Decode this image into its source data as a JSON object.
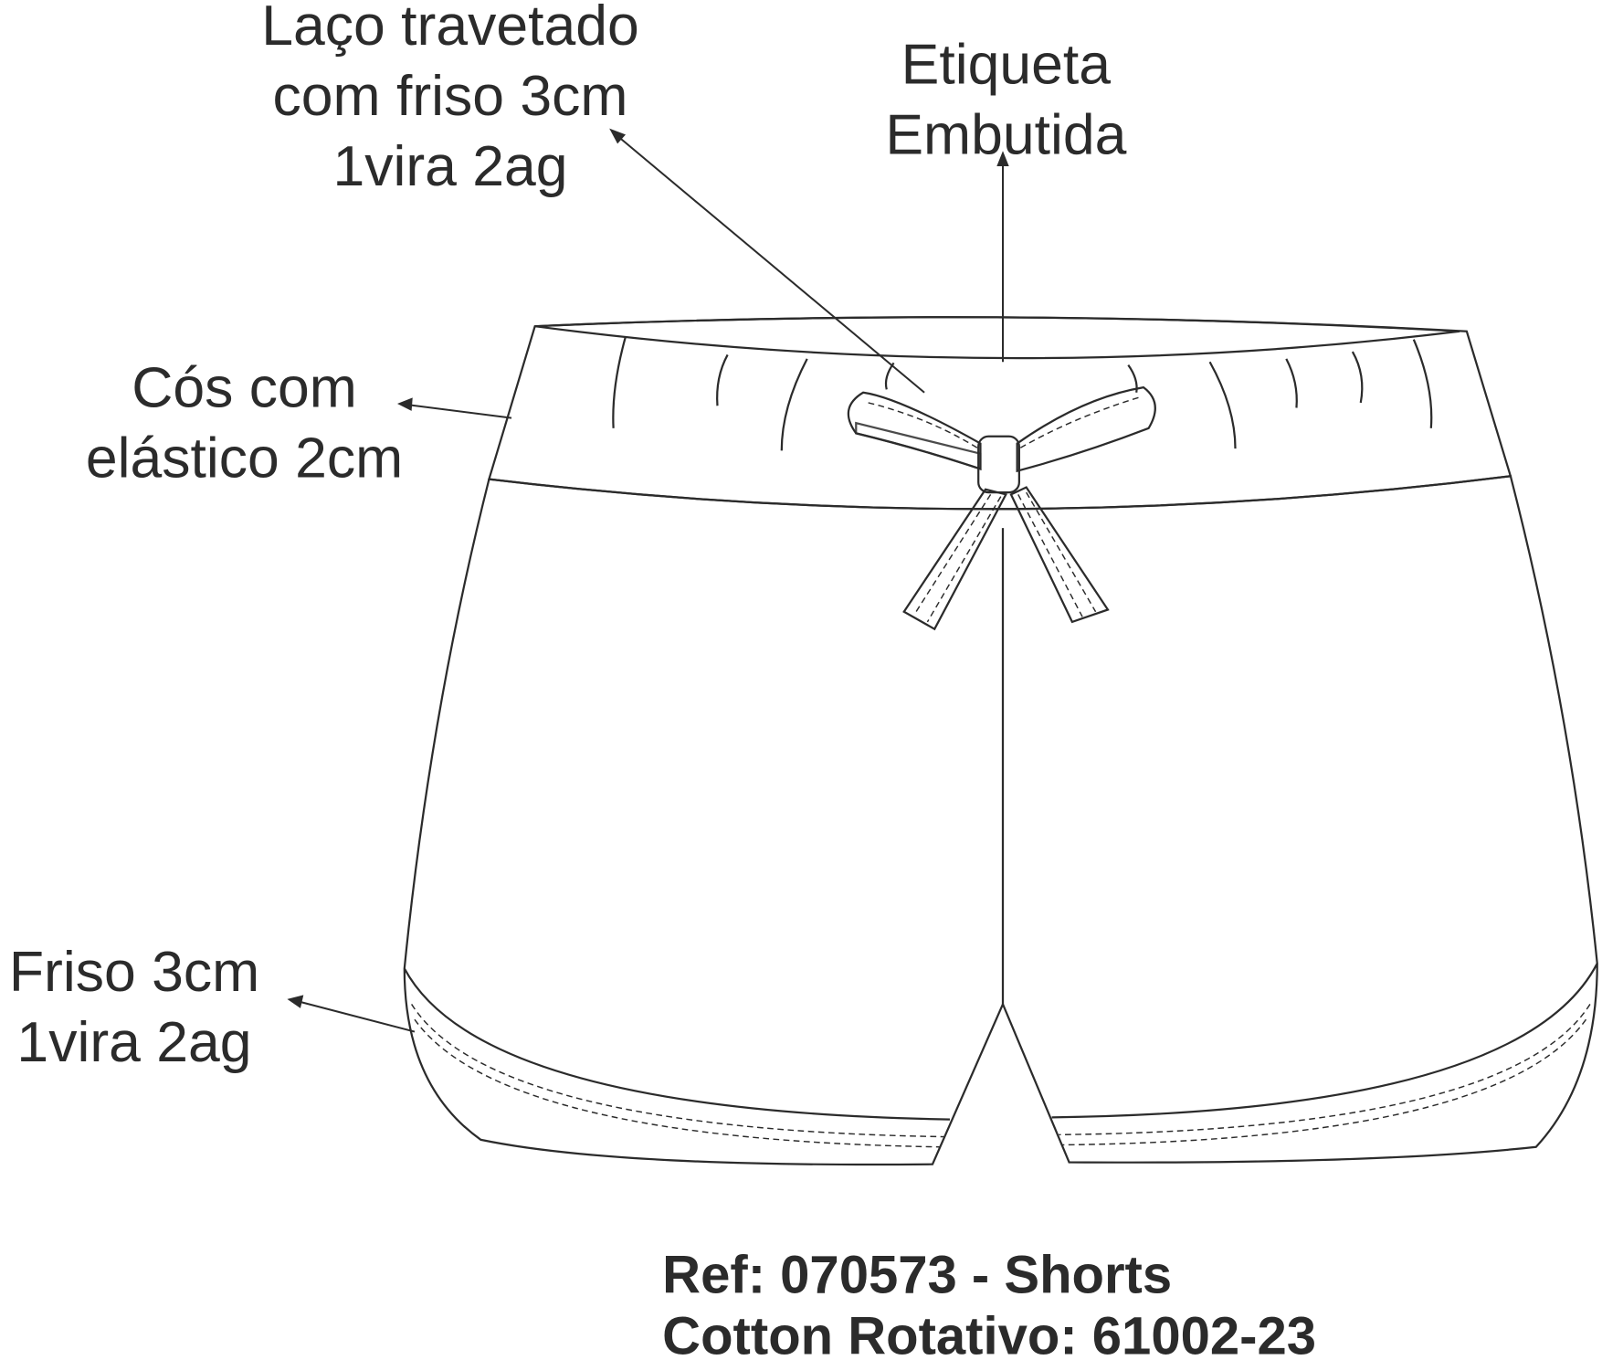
{
  "title": "Ref: 070573 - Shorts",
  "fabric": "Cotton Rotativo: 61002-23",
  "annotations": {
    "bow": [
      "Laço travetado",
      "com friso 3cm",
      "1vira 2ag"
    ],
    "label": [
      "Etiqueta",
      "Embutida"
    ],
    "waistband": [
      "Cós com",
      "elástico 2cm"
    ],
    "hem": [
      "Friso 3cm",
      "1vira 2ag"
    ]
  },
  "colors": {
    "teal": "#7fc5c1",
    "yellow": "#f9e08a",
    "lilac": "#cfaed0",
    "light_pink": "#f1b3c4",
    "hot_pink": "#e85d80",
    "blue_line": "#3d4fa8",
    "outline": "#2b2b2b"
  }
}
